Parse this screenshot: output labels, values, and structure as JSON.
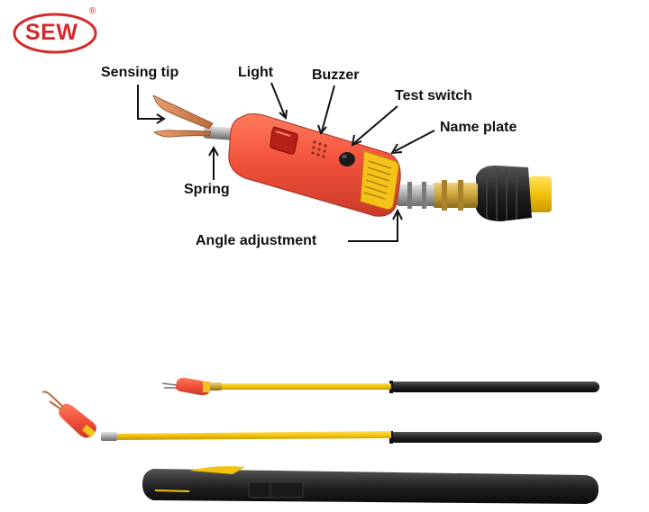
{
  "brand": {
    "name": "SEW",
    "registered_mark": "®",
    "color": "#d32a2a"
  },
  "callouts": {
    "sensing_tip": "Sensing tip",
    "light": "Light",
    "buzzer": "Buzzer",
    "test_switch": "Test switch",
    "name_plate": "Name plate",
    "spring": "Spring",
    "angle_adjustment": "Angle adjustment"
  },
  "colors": {
    "detector_body": "#f0503a",
    "name_plate": "#f6c21a",
    "pole": "#f2c20c",
    "handle": "#2a2a2a",
    "brass": "#c9a23a",
    "carry_bag": "#111111"
  }
}
